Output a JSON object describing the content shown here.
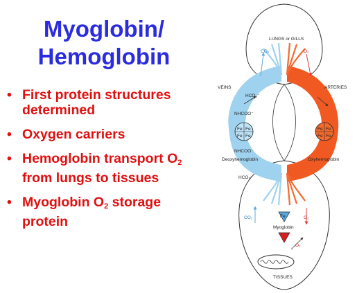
{
  "slide": {
    "title_line1": "Myoglobin/",
    "title_line2": "Hemoglobin",
    "bullets": [
      {
        "pre": "First protein structures determined",
        "sub": "",
        "post": ""
      },
      {
        "pre": "Oxygen carriers",
        "sub": "",
        "post": ""
      },
      {
        "pre": "Hemoglobin transport O",
        "sub": "2",
        "post": " from lungs to tissues"
      },
      {
        "pre": "Myoglobin O",
        "sub": "2",
        "post": " storage protein"
      }
    ]
  },
  "diagram": {
    "lungs": "LUNGS or GILLS",
    "co2_top": "CO₂",
    "o2_top": "O₂",
    "veins": "VEINS",
    "arteries": "ARTERIES",
    "hco3_top": "HCO₃⁻",
    "nhcoo_top": "NHCOO⁻",
    "nhcoo_bottom": "NHCOO⁻",
    "fe": "Fe",
    "deoxy": "Deoxyhemoglobin",
    "oxy": "Oxyhemoglobin",
    "hco3_bottom": "HCO₃⁻",
    "co2_bottom": "CO₂",
    "o2_bottom": "O₂",
    "myoglobin": "Myoglobin",
    "o2_small": "O₂",
    "tissues": "TISSUES",
    "colors": {
      "vein": "#9fd2ef",
      "artery": "#f05a22",
      "title": "#2b2be0",
      "bullet": "#e01010"
    }
  }
}
